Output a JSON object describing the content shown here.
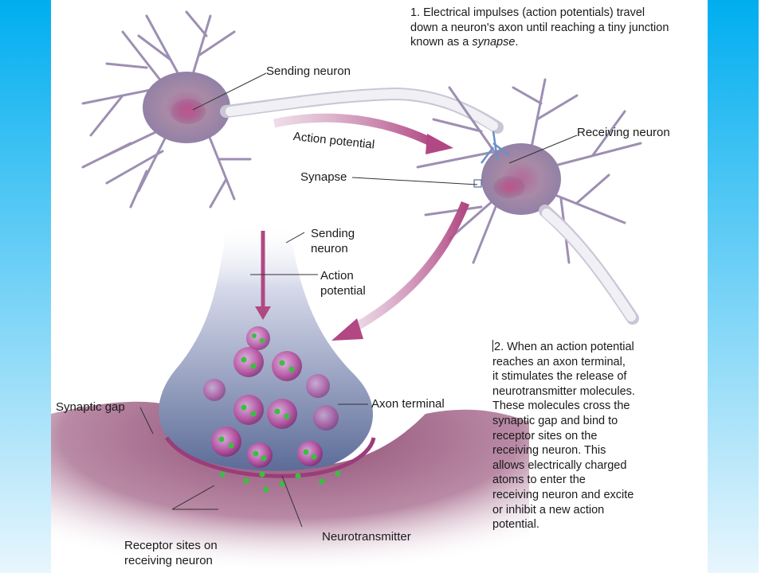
{
  "colors": {
    "frame_top": "#00aef0",
    "frame_bottom": "#e8f6fd",
    "panel": "#ffffff",
    "neuron_body": "#a88aa6",
    "neuron_nucleus": "#b0457a",
    "axon_sheath": "#e6e4ec",
    "arrow": "#b14883",
    "terminal": "#5f6f98",
    "vesicle": "#c04aa0",
    "neurotransmitter": "#38c040",
    "receiving_tissue": "#7b3f63",
    "text": "#1a1a1a"
  },
  "step1": {
    "lines": [
      "1. Electrical impulses (action potentials) travel",
      "down a neuron's axon until reaching a tiny junction",
      "known as a"
    ],
    "emph": "synapse",
    "end": "."
  },
  "labels": {
    "sending_neuron_top": "Sending neuron",
    "action_potential_top": "Action potential",
    "receiving_neuron": "Receiving neuron",
    "synapse": "Synapse",
    "sending_neuron_line1": "Sending",
    "sending_neuron_line2": "neuron",
    "action_potential_line1": "Action",
    "action_potential_line2": "potential",
    "axon_terminal": "Axon terminal",
    "synaptic_gap": "Synaptic gap",
    "neurotransmitter": "Neurotransmitter",
    "receptor_line1": "Receptor sites on",
    "receptor_line2": "receiving neuron"
  },
  "step2": {
    "lines": [
      "2. When an action potential",
      "reaches an axon terminal,",
      "it stimulates the release of",
      "neurotransmitter molecules.",
      "These molecules cross the",
      "synaptic gap and bind to",
      "receptor sites on the",
      "receiving neuron. This",
      "allows electrically charged",
      "atoms to enter the",
      "receiving neuron and excite",
      "or inhibit a new action",
      "potential."
    ]
  }
}
